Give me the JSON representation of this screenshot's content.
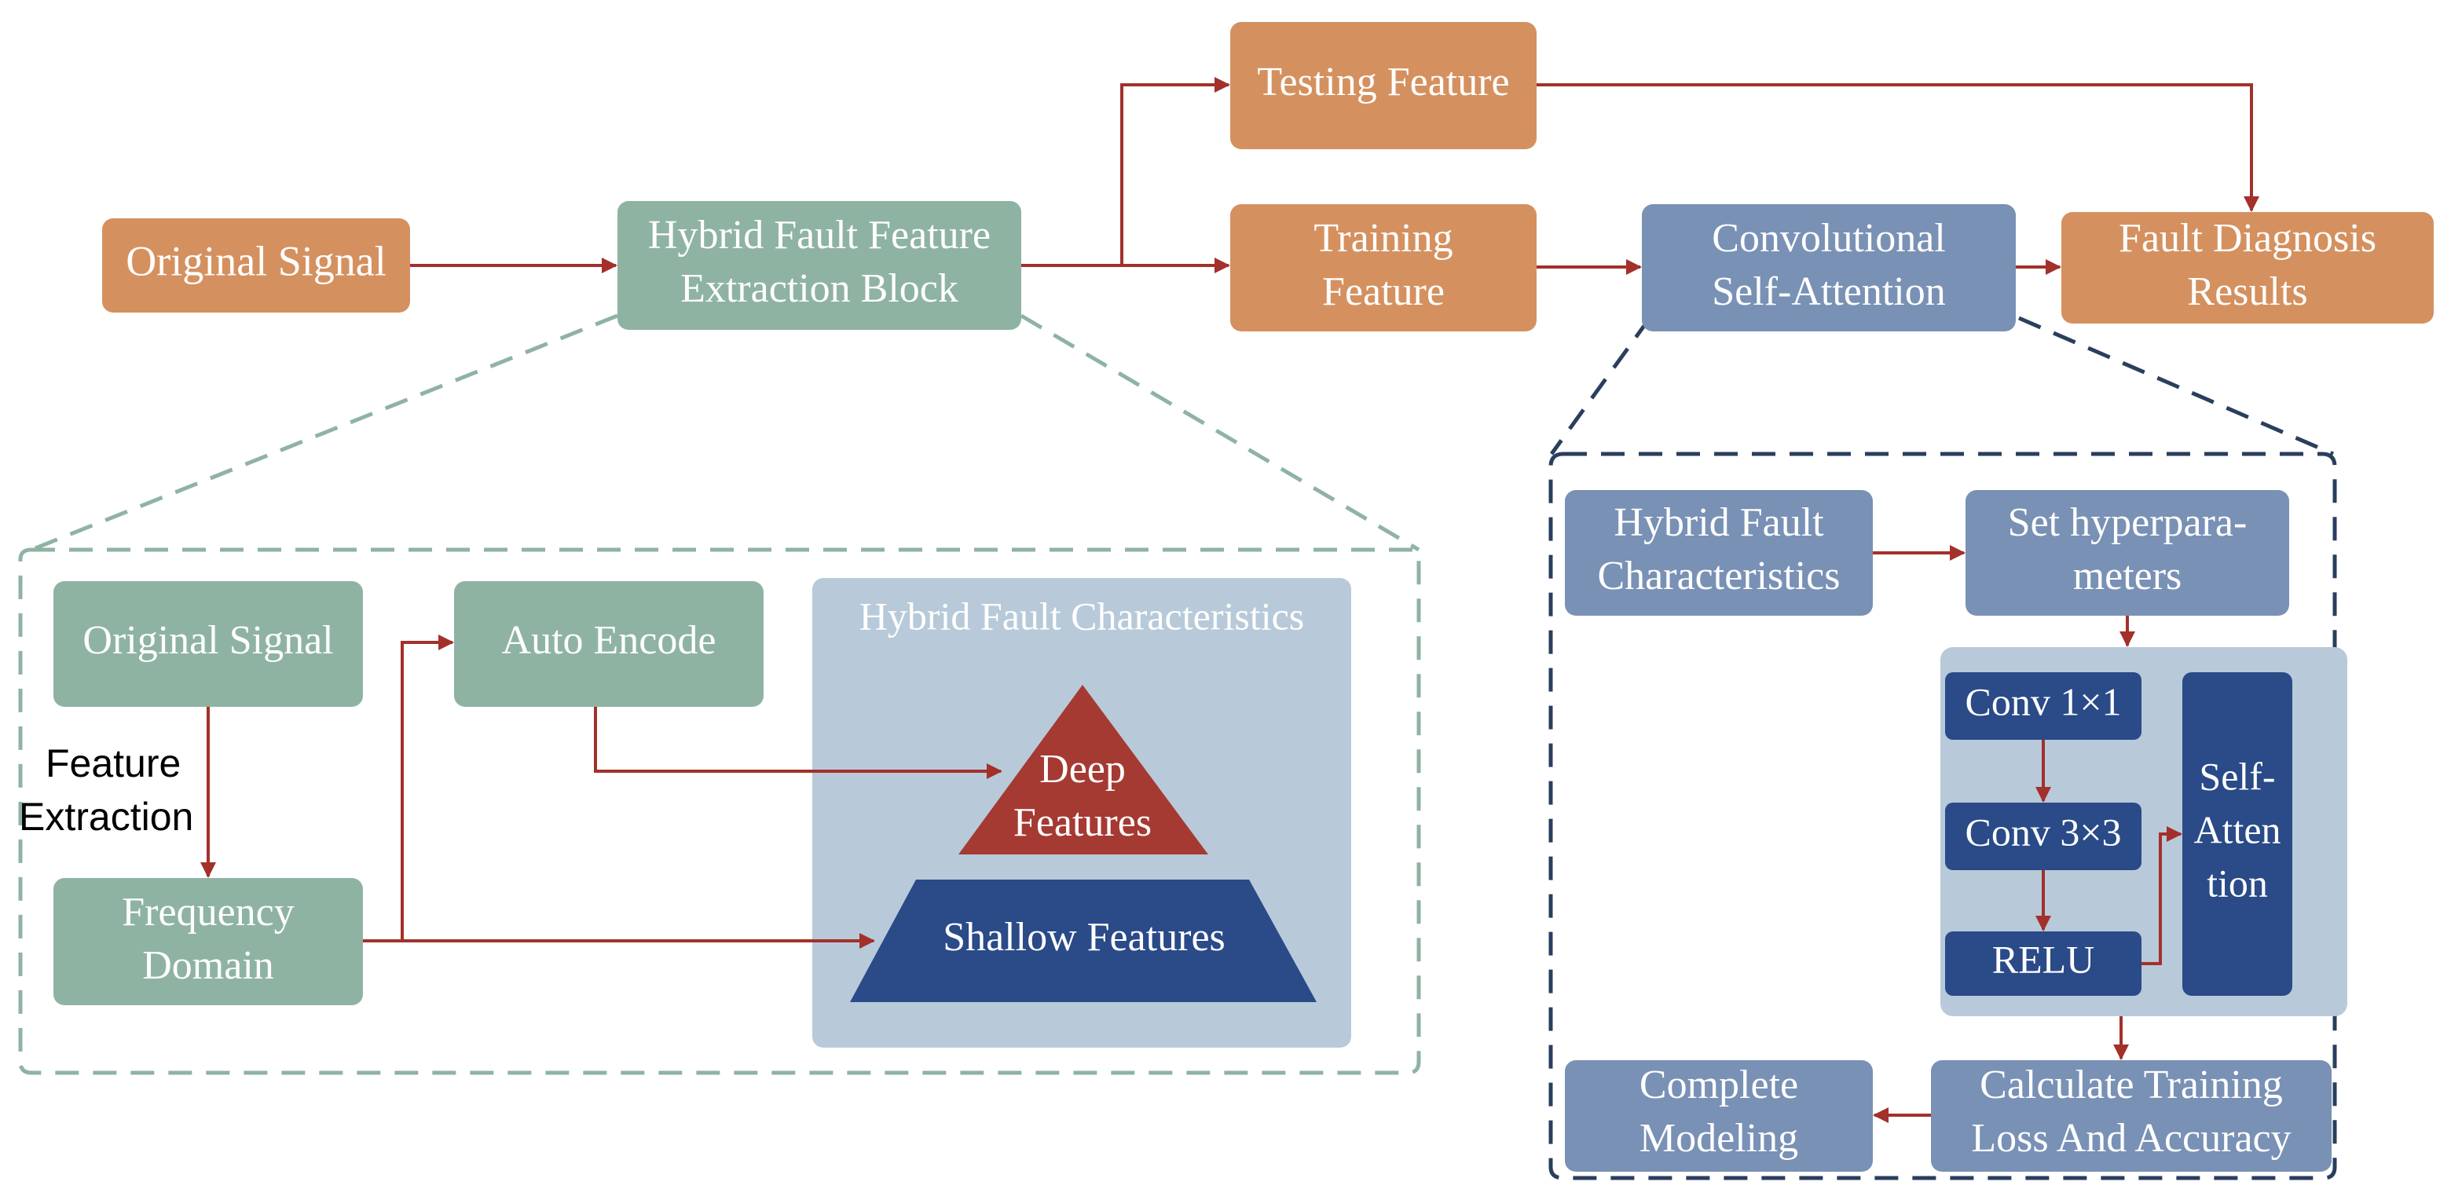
{
  "colors": {
    "orange": "#D4915F",
    "green": "#8FB3A3",
    "steel": "#7991B5",
    "navy": "#2A4A88",
    "red": "#A53A33",
    "pale_blue": "#B8CAD9",
    "arrow": "#A3302B",
    "dash_green": "#8FB3A3",
    "dash_navy": "#2A3E5E"
  },
  "top": {
    "original_signal": "Original Signal",
    "hybrid_block": [
      "Hybrid Fault Feature",
      "Extraction Block"
    ],
    "testing_feature": "Testing Feature",
    "training_feature": [
      "Training",
      "Feature"
    ],
    "conv_self_attention": [
      "Convolutional",
      "Self-Attention"
    ],
    "fault_diagnosis": [
      "Fault Diagnosis",
      "Results"
    ]
  },
  "left_detail": {
    "original_signal": "Original Signal",
    "feature_extraction": [
      "Feature",
      "Extraction"
    ],
    "frequency_domain": [
      "Frequency",
      "Domain"
    ],
    "auto_encode": "Auto Encode",
    "panel_title": "Hybrid Fault Characteristics",
    "deep_features": [
      "Deep",
      "Features"
    ],
    "shallow_features": "Shallow Features"
  },
  "right_detail": {
    "hybrid_characteristics": [
      "Hybrid Fault",
      "Characteristics"
    ],
    "set_hyperparameters": [
      "Set hyperpara-",
      "meters"
    ],
    "conv1": "Conv 1×1",
    "conv3": "Conv 3×3",
    "relu": "RELU",
    "self_attention": [
      "Self-",
      "Atten",
      "tion"
    ],
    "calc_loss": [
      "Calculate Training",
      "Loss And Accuracy"
    ],
    "complete_modeling": [
      "Complete",
      "Modeling"
    ]
  }
}
